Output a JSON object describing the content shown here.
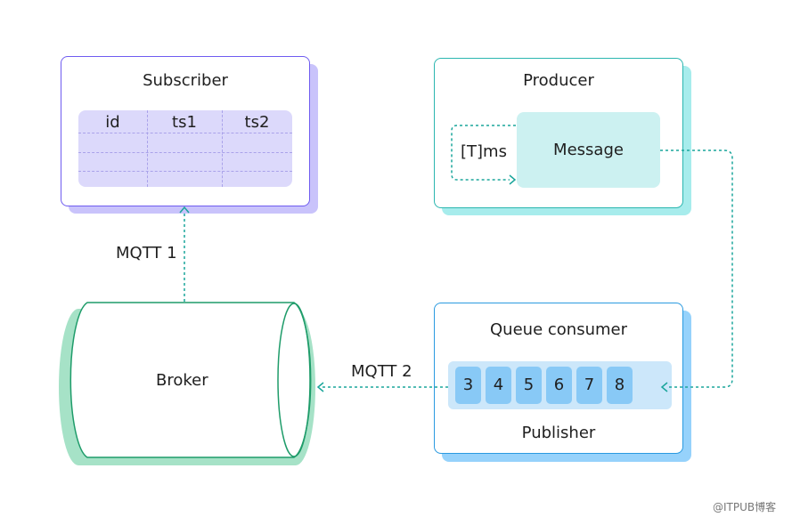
{
  "subscriber": {
    "title": "Subscriber",
    "columns": [
      "id",
      "ts1",
      "ts2"
    ]
  },
  "producer": {
    "title": "Producer",
    "message": "Message",
    "timer_label": "[T]ms"
  },
  "queue_consumer": {
    "title": "Queue consumer",
    "items": [
      "3",
      "4",
      "5",
      "6",
      "7",
      "8"
    ],
    "footer": "Publisher"
  },
  "broker": {
    "label": "Broker"
  },
  "edges": {
    "mqtt1": "MQTT 1",
    "mqtt2": "MQTT 2"
  },
  "watermark": "@ITPUB博客",
  "colors": {
    "subscriber_border": "#6f5cf0",
    "producer_border": "#2bb6b0",
    "queue_border": "#2a9ae0",
    "broker_border": "#1f9c6a",
    "connector": "#1aa59b"
  }
}
